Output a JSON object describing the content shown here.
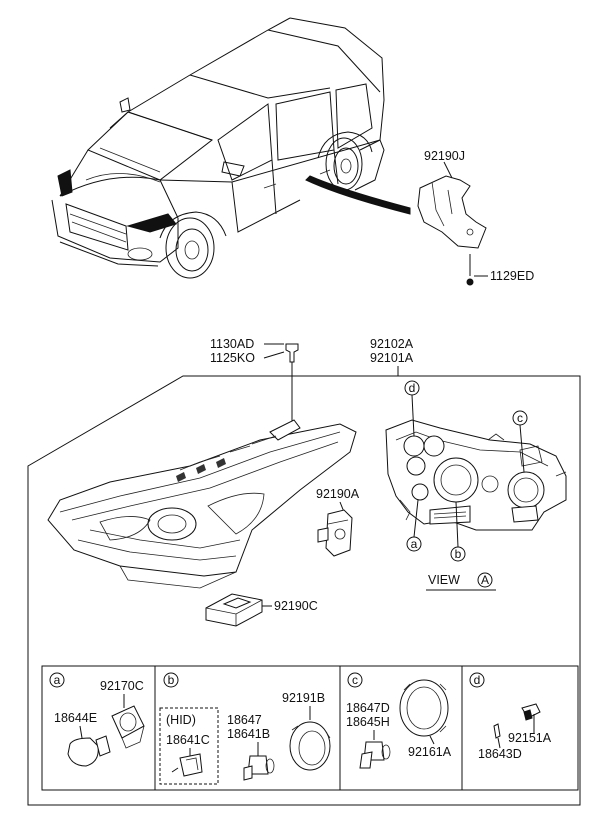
{
  "labels": {
    "bracket": "92190J",
    "bolt": "1129ED",
    "screw_a": "1130AD",
    "screw_b": "1125KO",
    "lamp_rh": "92102A",
    "lamp_lh": "92101A",
    "actuator": "92190A",
    "ballast": "92190C",
    "view": "VIEW",
    "view_letter": "A",
    "callout_a": "a",
    "callout_b": "b",
    "callout_c": "c",
    "callout_d": "d"
  },
  "panels": {
    "a": {
      "letter": "a",
      "parts": [
        "92170C",
        "18644E"
      ]
    },
    "b": {
      "letter": "b",
      "hid": "(HID)",
      "parts": [
        "18641C",
        "18647",
        "18641B",
        "92191B"
      ]
    },
    "c": {
      "letter": "c",
      "parts": [
        "18647D",
        "18645H",
        "92161A"
      ]
    },
    "d": {
      "letter": "d",
      "parts": [
        "92151A",
        "18643D"
      ]
    }
  }
}
